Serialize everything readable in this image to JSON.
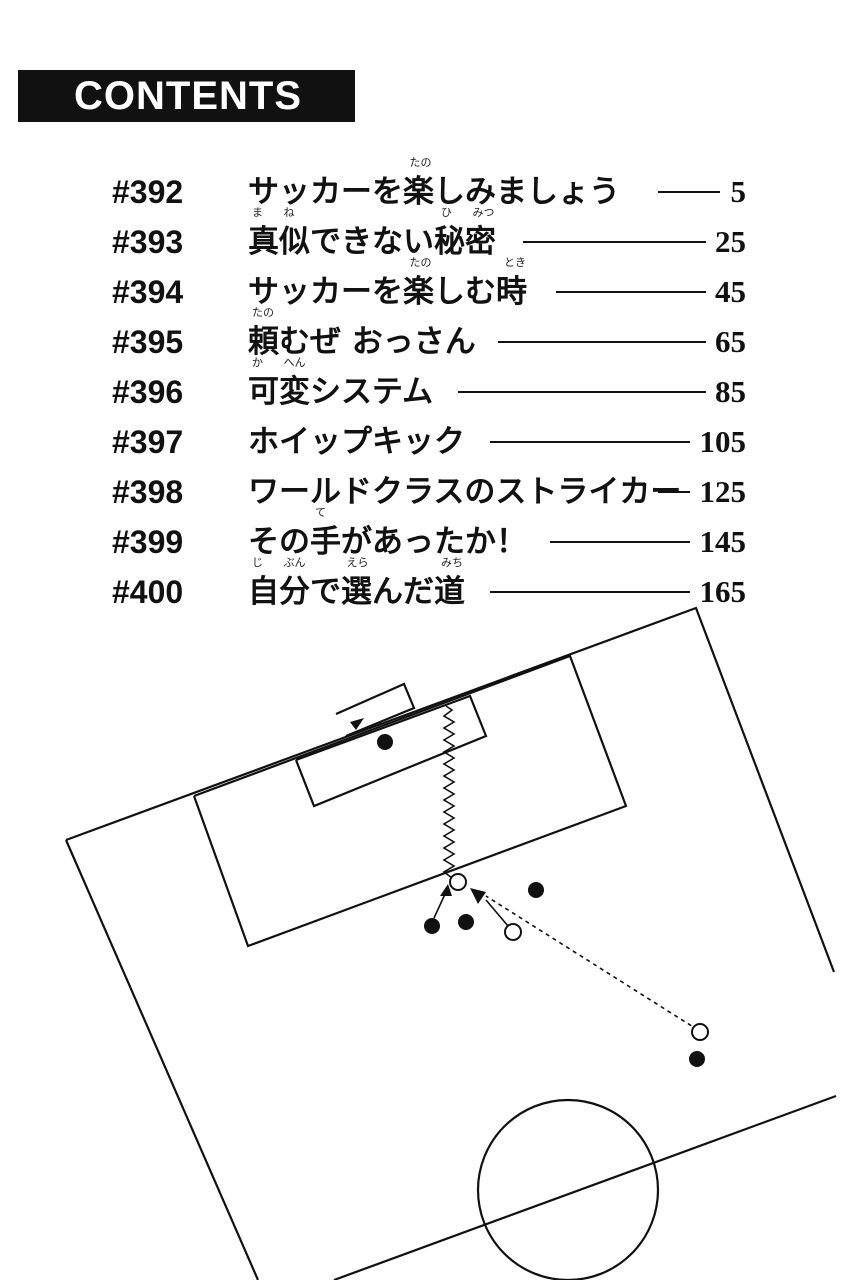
{
  "header": {
    "title": "CONTENTS"
  },
  "contents": [
    {
      "number": "#392",
      "title": "サッカーを楽しみましょう",
      "ruby": [
        {
          "text": "たの",
          "at": 5
        }
      ],
      "page": "5"
    },
    {
      "number": "#393",
      "title": "真似できない秘密",
      "ruby": [
        {
          "text": "ま",
          "at": 0
        },
        {
          "text": "ね",
          "at": 1
        },
        {
          "text": "ひ",
          "at": 6
        },
        {
          "text": "みつ",
          "at": 7
        }
      ],
      "page": "25"
    },
    {
      "number": "#394",
      "title": "サッカーを楽しむ時",
      "ruby": [
        {
          "text": "たの",
          "at": 5
        },
        {
          "text": "とき",
          "at": 8
        }
      ],
      "page": "45"
    },
    {
      "number": "#395",
      "title": "頼むぜ おっさん",
      "ruby": [
        {
          "text": "たの",
          "at": 0
        }
      ],
      "page": "65"
    },
    {
      "number": "#396",
      "title": "可変システム",
      "ruby": [
        {
          "text": "か",
          "at": 0
        },
        {
          "text": "へん",
          "at": 1
        }
      ],
      "page": "85"
    },
    {
      "number": "#397",
      "title": "ホイップキック",
      "ruby": [],
      "page": "105"
    },
    {
      "number": "#398",
      "title": "ワールドクラスのストライカー",
      "ruby": [],
      "page": "125"
    },
    {
      "number": "#399",
      "title": "その手があったか！",
      "ruby": [
        {
          "text": "て",
          "at": 2
        }
      ],
      "page": "145"
    },
    {
      "number": "#400",
      "title": "自分で選んだ道",
      "ruby": [
        {
          "text": "じ",
          "at": 0
        },
        {
          "text": "ぶん",
          "at": 1
        },
        {
          "text": "えら",
          "at": 3
        },
        {
          "text": "みち",
          "at": 6
        }
      ],
      "page": "165"
    }
  ],
  "colors": {
    "ink": "#111111",
    "paper": "#ffffff"
  },
  "diagram": {
    "icons": [
      "soccer-pitch-diagram",
      "player-dark-icon",
      "player-white-icon",
      "pass-arrow-icon",
      "shot-zigzag-icon"
    ]
  }
}
